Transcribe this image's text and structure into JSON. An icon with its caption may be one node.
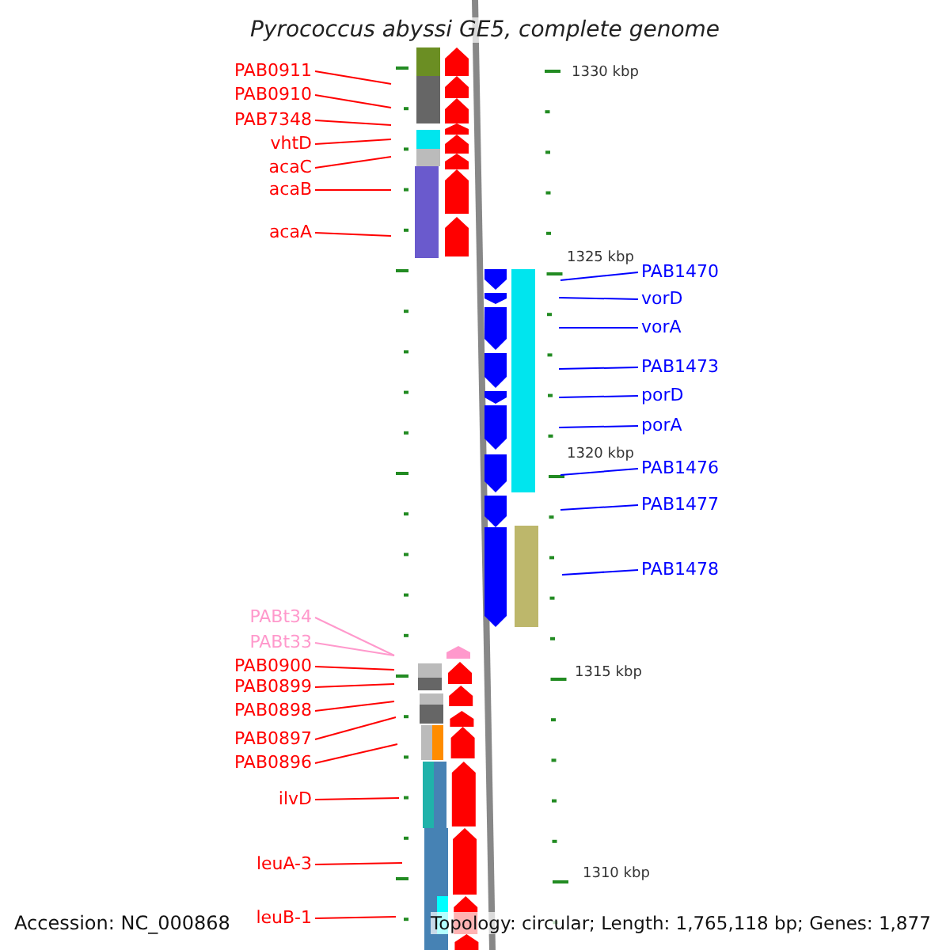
{
  "diagram": {
    "title": "Pyrococcus abyssi GE5, complete genome",
    "nodes": [
      {
        "text": [
          "PAB0911"
        ]
      },
      {
        "text": [
          "PAB0910"
        ]
      },
      {
        "text": [
          "PAB7348"
        ]
      },
      {
        "text": [
          "vhtD"
        ]
      },
      {
        "text": [
          "acaC"
        ]
      },
      {
        "text": [
          "acaB"
        ]
      },
      {
        "text": [
          "acaA"
        ]
      },
      {
        "text": [
          "PAB1470"
        ]
      },
      {
        "text": [
          "vorD"
        ]
      },
      {
        "text": [
          "vorA"
        ]
      },
      {
        "text": [
          "PAB1473"
        ]
      },
      {
        "text": [
          "porD"
        ]
      },
      {
        "text": [
          "porA"
        ]
      },
      {
        "text": [
          "PAB1476"
        ]
      },
      {
        "text": [
          "PAB1477"
        ]
      },
      {
        "text": [
          "PAB1478"
        ]
      },
      {
        "text": [
          "PABt34"
        ]
      },
      {
        "text": [
          "PABt33"
        ]
      },
      {
        "text": [
          "PAB0900"
        ]
      },
      {
        "text": [
          "PAB0899"
        ]
      },
      {
        "text": [
          "PAB0898"
        ]
      },
      {
        "text": [
          "PAB0897"
        ]
      },
      {
        "text": [
          "PAB0896"
        ]
      },
      {
        "text": [
          "ilvD"
        ]
      },
      {
        "text": [
          "leuA-3"
        ]
      },
      {
        "text": [
          "leuB-1"
        ]
      }
    ],
    "edges": [
      {
        "from": 0,
        "to": null,
        "arrow": "none"
      },
      {
        "from": 1,
        "to": null,
        "arrow": "none"
      },
      {
        "from": 2,
        "to": null,
        "arrow": "none"
      },
      {
        "from": 3,
        "to": null,
        "arrow": "none"
      },
      {
        "from": 4,
        "to": null,
        "arrow": "none"
      },
      {
        "from": 5,
        "to": null,
        "arrow": "none"
      },
      {
        "from": 6,
        "to": null,
        "arrow": "none"
      },
      {
        "from": 7,
        "to": null,
        "arrow": "none",
        "color": "#0000ff"
      },
      {
        "from": 8,
        "to": null,
        "arrow": "none",
        "color": "#0000ff"
      },
      {
        "from": 9,
        "to": null,
        "arrow": "none",
        "color": "#0000ff"
      },
      {
        "from": 10,
        "to": null,
        "arrow": "none",
        "color": "#0000ff"
      },
      {
        "from": 11,
        "to": null,
        "arrow": "none",
        "color": "#0000ff"
      },
      {
        "from": 12,
        "to": null,
        "arrow": "none",
        "color": "#0000ff"
      },
      {
        "from": 13,
        "to": null,
        "arrow": "none",
        "color": "#0000ff"
      },
      {
        "from": 14,
        "to": null,
        "arrow": "none",
        "color": "#0000ff"
      },
      {
        "from": 15,
        "to": null,
        "arrow": "none",
        "color": "#0000ff"
      },
      {
        "from": 16,
        "to": null,
        "arrow": "none",
        "color": "#ff99cc"
      },
      {
        "from": 17,
        "to": null,
        "arrow": "none",
        "color": "#ff99cc"
      },
      {
        "from": 18,
        "to": null,
        "arrow": "none"
      },
      {
        "from": 19,
        "to": null,
        "arrow": "none"
      },
      {
        "from": 20,
        "to": null,
        "arrow": "none"
      },
      {
        "from": 21,
        "to": null,
        "arrow": "none"
      },
      {
        "from": 22,
        "to": null,
        "arrow": "none"
      },
      {
        "from": 23,
        "to": null,
        "arrow": "none"
      },
      {
        "from": 24,
        "to": null,
        "arrow": "none"
      },
      {
        "from": 25,
        "to": null,
        "arrow": "none"
      }
    ],
    "labels": [
      "1330 kbp",
      "1325 kbp",
      "1320 kbp",
      "1315 kbp",
      "1310 kbp",
      "Accession: NC_000868",
      "Topology: circular; Length: 1,765,118 bp; Genes: 1,877"
    ]
  }
}
